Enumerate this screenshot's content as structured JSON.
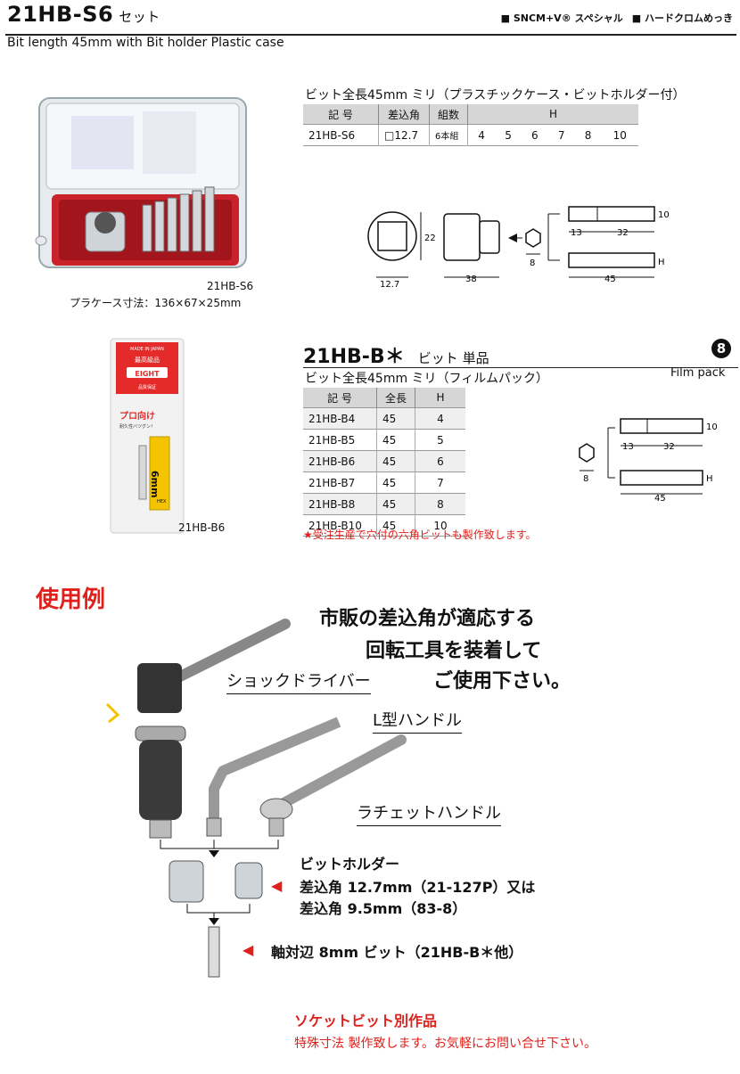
{
  "header": {
    "code": "21HB-S6",
    "set_label": "セット",
    "tag1": "■ SNCM+V® スペシャル",
    "tag2": "■ ハードクロムめっき",
    "subtitle": "Bit length 45mm with Bit holder Plastic case"
  },
  "set_section": {
    "photo_caption": "21HB-S6",
    "case_size": "プラケース寸法：136×67×25mm",
    "table_title": "ビット全長45mm ミリ（プラスチックケース・ビットホルダー付）",
    "headers": [
      "記 号",
      "差込角",
      "組数",
      "H"
    ],
    "row": {
      "code": "21HB-S6",
      "drive": "□12.7",
      "count": "6本組",
      "h": [
        "4",
        "5",
        "6",
        "7",
        "8",
        "10"
      ]
    }
  },
  "dims_top": {
    "d22": "22",
    "d12_7": "12.7",
    "d38": "38",
    "d8": "8",
    "d13": "13",
    "d32": "32",
    "d10": "10",
    "dH": "H",
    "d45": "45"
  },
  "bit_section": {
    "title": "21HB-B＊",
    "title_suffix": "ビット 単品",
    "pack_badge": "8",
    "pack_label": "Film pack",
    "photo_caption": "21HB-B6",
    "table_title": "ビット全長45mm ミリ（フィルムパック）",
    "headers": [
      "記 号",
      "全長",
      "H"
    ],
    "rows": [
      {
        "code": "21HB-B4",
        "len": "45",
        "h": "4"
      },
      {
        "code": "21HB-B5",
        "len": "45",
        "h": "5"
      },
      {
        "code": "21HB-B6",
        "len": "45",
        "h": "6"
      },
      {
        "code": "21HB-B7",
        "len": "45",
        "h": "7"
      },
      {
        "code": "21HB-B8",
        "len": "45",
        "h": "8"
      },
      {
        "code": "21HB-B10",
        "len": "45",
        "h": "10"
      }
    ],
    "note": "★受注生産で穴付の六角ビットも製作致します。"
  },
  "package": {
    "made_in": "MADE IN JAPAN",
    "grade": "最高級品",
    "brand": "EIGHT",
    "guarantee": "品質保証",
    "pro": "プロ向け",
    "pro_sub": "耐久性バツグン！",
    "size": "6mm",
    "hex": "HEX"
  },
  "usage": {
    "heading": "使用例",
    "message": [
      "市販の差込角が適応する",
      "回転工具を装着して",
      "ご使用下さい。"
    ],
    "label_shock": "ショックドライバー",
    "label_l": "L型ハンドル",
    "label_ratchet": "ラチェットハンドル",
    "holder_title": "ビットホルダー",
    "holder_line1": "差込角 12.7mm（21-127P）又は",
    "holder_line2": "差込角 9.5mm（83-8）",
    "bit_line": "軸対辺 8mm ビット（21HB-B＊他）"
  },
  "footer": {
    "red_title": "ソケットビット別作品",
    "text": "特殊寸法 製作致します。お気軽にお問い合せ下さい。"
  },
  "colors": {
    "accent_red": "#e0201b",
    "table_header": "#d6d6d6"
  }
}
